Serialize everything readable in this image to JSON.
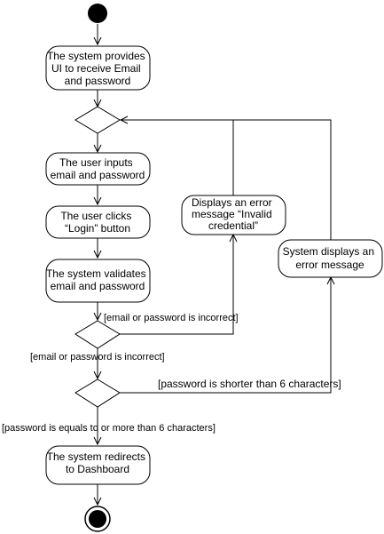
{
  "diagram": {
    "type": "uml-activity",
    "nodes": {
      "start": {
        "kind": "initial"
      },
      "provide_ui": {
        "kind": "action",
        "lines": [
          "The system provides",
          "UI to receive Email",
          "and password"
        ]
      },
      "merge": {
        "kind": "decision"
      },
      "input": {
        "kind": "action",
        "lines": [
          "The user inputs",
          "email and password"
        ]
      },
      "click": {
        "kind": "action",
        "lines": [
          "The user clicks",
          "“Login” button"
        ]
      },
      "validate": {
        "kind": "action",
        "lines": [
          "The system validates",
          "email and password"
        ]
      },
      "decision_credentials": {
        "kind": "decision"
      },
      "invalid_credential": {
        "kind": "action",
        "lines": [
          "Displays an error",
          "message “Invalid",
          "credential”"
        ]
      },
      "decision_length": {
        "kind": "decision"
      },
      "error_message": {
        "kind": "action",
        "lines": [
          "System displays an",
          "error message"
        ]
      },
      "redirect": {
        "kind": "action",
        "lines": [
          "The system redirects",
          "to Dashboard"
        ]
      },
      "end": {
        "kind": "final"
      }
    },
    "guards": {
      "incorrect_right": "[email or password is incorrect]",
      "incorrect_down": "[email or password is incorrect]",
      "too_short": "[password is shorter than 6 characters]",
      "long_enough": "[password is equals to or more than 6 characters]"
    },
    "edges": [
      {
        "from": "start",
        "to": "provide_ui"
      },
      {
        "from": "provide_ui",
        "to": "merge"
      },
      {
        "from": "merge",
        "to": "input"
      },
      {
        "from": "input",
        "to": "click"
      },
      {
        "from": "click",
        "to": "validate"
      },
      {
        "from": "validate",
        "to": "decision_credentials"
      },
      {
        "from": "decision_credentials",
        "to": "invalid_credential",
        "guard": "incorrect_right"
      },
      {
        "from": "invalid_credential",
        "to": "merge"
      },
      {
        "from": "decision_credentials",
        "to": "decision_length",
        "guard": "incorrect_down"
      },
      {
        "from": "decision_length",
        "to": "error_message",
        "guard": "too_short"
      },
      {
        "from": "error_message",
        "to": "merge"
      },
      {
        "from": "decision_length",
        "to": "redirect",
        "guard": "long_enough"
      },
      {
        "from": "redirect",
        "to": "end"
      }
    ]
  }
}
